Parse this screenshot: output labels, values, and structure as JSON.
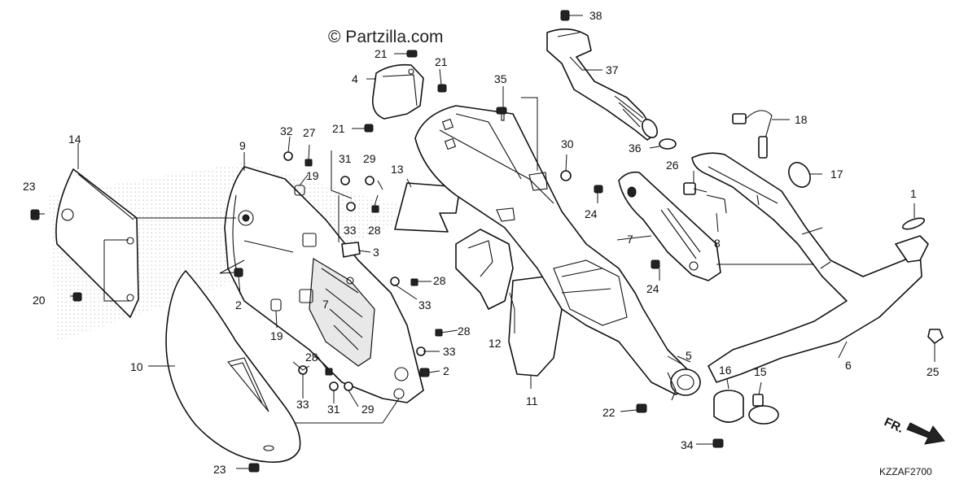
{
  "watermark": "© Partzilla.com",
  "diagram_code": "KZZAF2700",
  "direction_label": "FR.",
  "callouts": [
    {
      "id": "c1",
      "text": "1"
    },
    {
      "id": "c2a",
      "text": "2"
    },
    {
      "id": "c2b",
      "text": "2"
    },
    {
      "id": "c3",
      "text": "3"
    },
    {
      "id": "c4",
      "text": "4"
    },
    {
      "id": "c5",
      "text": "5"
    },
    {
      "id": "c6",
      "text": "6"
    },
    {
      "id": "c7a",
      "text": "7"
    },
    {
      "id": "c7b",
      "text": "7"
    },
    {
      "id": "c8",
      "text": "8"
    },
    {
      "id": "c9",
      "text": "9"
    },
    {
      "id": "c10",
      "text": "10"
    },
    {
      "id": "c11",
      "text": "11"
    },
    {
      "id": "c12",
      "text": "12"
    },
    {
      "id": "c13",
      "text": "13"
    },
    {
      "id": "c14",
      "text": "14"
    },
    {
      "id": "c15",
      "text": "15"
    },
    {
      "id": "c16",
      "text": "16"
    },
    {
      "id": "c17",
      "text": "17"
    },
    {
      "id": "c18",
      "text": "18"
    },
    {
      "id": "c19a",
      "text": "19"
    },
    {
      "id": "c19b",
      "text": "19"
    },
    {
      "id": "c20",
      "text": "20"
    },
    {
      "id": "c21a",
      "text": "21"
    },
    {
      "id": "c21b",
      "text": "21"
    },
    {
      "id": "c21c",
      "text": "21"
    },
    {
      "id": "c22",
      "text": "22"
    },
    {
      "id": "c23a",
      "text": "23"
    },
    {
      "id": "c23b",
      "text": "23"
    },
    {
      "id": "c24a",
      "text": "24"
    },
    {
      "id": "c24b",
      "text": "24"
    },
    {
      "id": "c25",
      "text": "25"
    },
    {
      "id": "c26",
      "text": "26"
    },
    {
      "id": "c27",
      "text": "27"
    },
    {
      "id": "c28a",
      "text": "28"
    },
    {
      "id": "c28b",
      "text": "28"
    },
    {
      "id": "c28c",
      "text": "28"
    },
    {
      "id": "c28d",
      "text": "28"
    },
    {
      "id": "c29a",
      "text": "29"
    },
    {
      "id": "c29b",
      "text": "29"
    },
    {
      "id": "c30",
      "text": "30"
    },
    {
      "id": "c31a",
      "text": "31"
    },
    {
      "id": "c31b",
      "text": "31"
    },
    {
      "id": "c32",
      "text": "32"
    },
    {
      "id": "c33a",
      "text": "33"
    },
    {
      "id": "c33b",
      "text": "33"
    },
    {
      "id": "c33c",
      "text": "33"
    },
    {
      "id": "c33d",
      "text": "33"
    },
    {
      "id": "c34",
      "text": "34"
    },
    {
      "id": "c35",
      "text": "35"
    },
    {
      "id": "c36",
      "text": "36"
    },
    {
      "id": "c37",
      "text": "37"
    },
    {
      "id": "c38",
      "text": "38"
    }
  ],
  "colors": {
    "line": "#111111",
    "background": "#ffffff",
    "hatch": "#cccccc"
  }
}
